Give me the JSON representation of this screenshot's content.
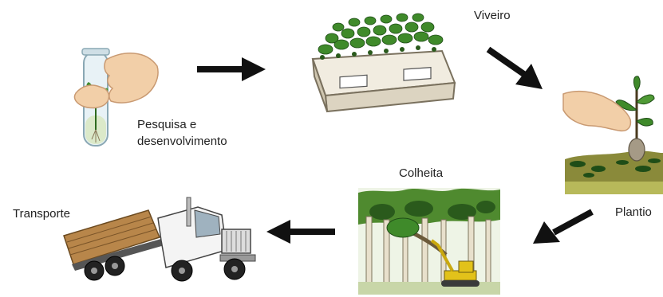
{
  "diagram": {
    "stages": [
      {
        "id": "pesquisa",
        "label_line1": "Pesquisa e",
        "label_line2": "desenvolvimento"
      },
      {
        "id": "viveiro",
        "label": "Viveiro"
      },
      {
        "id": "plantio",
        "label": "Plantio"
      },
      {
        "id": "colheita",
        "label": "Colheita"
      },
      {
        "id": "transporte",
        "label": "Transporte"
      }
    ]
  },
  "colors": {
    "arrow": "#111111",
    "leaf_green": "#3f8a2a",
    "dark_green": "#1f4d17",
    "soil": "#6b6b2f",
    "skin": "#f2cfa8",
    "wood": "#b8864a",
    "truck_white": "#f4f4f4",
    "excavator": "#e2c21a"
  }
}
